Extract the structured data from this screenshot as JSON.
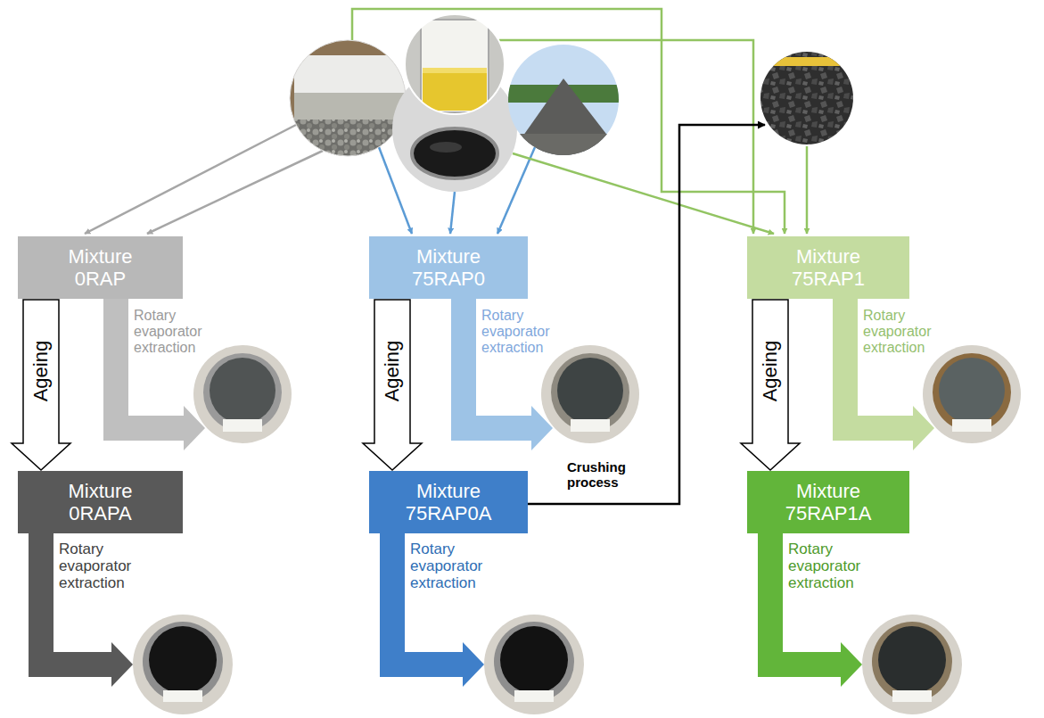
{
  "diagram": {
    "nodes": [
      {
        "text": [
          "Mixture 0RAP"
        ]
      },
      {
        "text": [
          "Mixture 75RAP0"
        ]
      },
      {
        "text": [
          "Mixture 75RAP1"
        ]
      },
      {
        "text": [
          "Mixture 0RAPA"
        ]
      },
      {
        "text": [
          "Mixture 75RAP0A"
        ]
      },
      {
        "text": [
          "Mixture 75RAP1A"
        ]
      }
    ],
    "edges": [
      {
        "from": 0,
        "to": 3,
        "label": "Ageing",
        "arrow": "to"
      },
      {
        "from": 1,
        "to": 4,
        "label": "Ageing",
        "arrow": "to"
      },
      {
        "from": 2,
        "to": 5,
        "label": "Ageing",
        "arrow": "to"
      }
    ],
    "labels": [
      "Rotary evaporator extraction",
      "Rotary evaporator extraction",
      "Rotary evaporator extraction",
      "Rotary evaporator extraction",
      "Rotary evaporator extraction",
      "Rotary evaporator extraction",
      "Crushing process"
    ]
  }
}
